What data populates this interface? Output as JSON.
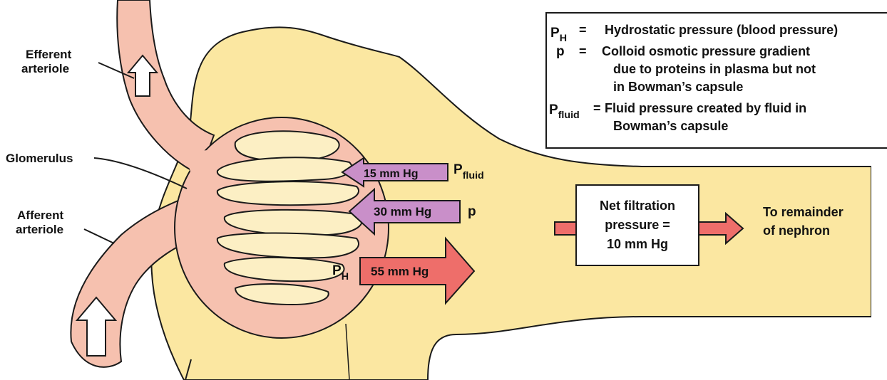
{
  "labels": {
    "efferent_line1": "Efferent",
    "efferent_line2": "arteriole",
    "glomerulus": "Glomerulus",
    "afferent_line1": "Afferent",
    "afferent_line2": "arteriole"
  },
  "legend": {
    "ph_symbol": "P",
    "ph_subscript": "H",
    "ph_eq": "=",
    "ph_text": "Hydrostatic pressure (blood pressure)",
    "p_symbol": "p",
    "p_eq": "=",
    "p_text_1": "Colloid osmotic pressure gradient",
    "p_text_2": "due to proteins in plasma but not",
    "p_text_3": "in Bowman’s capsule",
    "pf_symbol": "P",
    "pf_subscript": "fluid",
    "pf_eq": "=",
    "pf_text_1": "Fluid pressure created by fluid in",
    "pf_text_2": "Bowman’s capsule"
  },
  "arrows": {
    "fluid_value": "15 mm Hg",
    "fluid_symbol": "P",
    "fluid_subscript": "fluid",
    "colloid_value": "30 mm Hg",
    "colloid_symbol": "p",
    "hydro_value": "55 mm Hg",
    "hydro_symbol": "P",
    "hydro_subscript": "H"
  },
  "net_box": {
    "line1": "Net filtration",
    "line2": "pressure =",
    "line3": "10 mm Hg"
  },
  "to_remainder": {
    "line1": "To remainder",
    "line2": "of nephron"
  },
  "colors": {
    "capsule_yellow": "#fbe7a1",
    "vessel_pink": "#f6c1af",
    "lumen_yellow": "#fcefc4",
    "fluid_arrow": "#c98fc9",
    "colloid_arrow": "#c98fc9",
    "hydro_arrow": "#ee6e6a",
    "outline": "#1a1a1a"
  }
}
